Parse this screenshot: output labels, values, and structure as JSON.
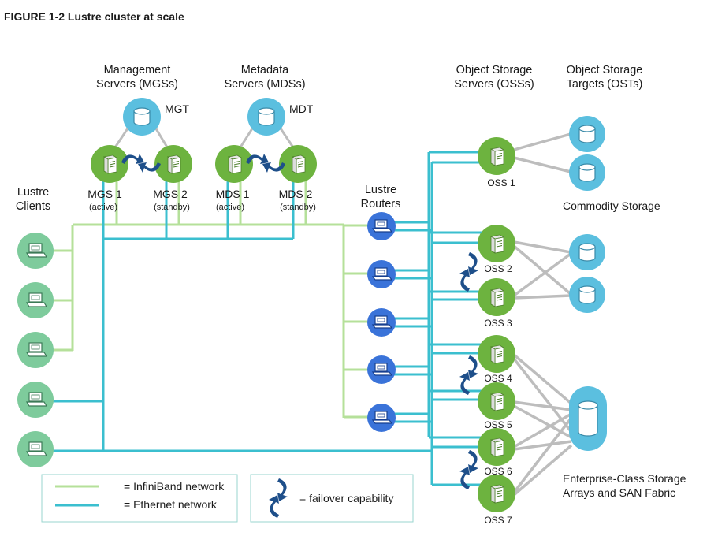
{
  "figure_title": "FIGURE 1-2  Lustre cluster at scale",
  "headers": {
    "mgs": [
      "Management",
      "Servers (MGSs)"
    ],
    "mds": [
      "Metadata",
      "Servers (MDSs)"
    ],
    "oss": [
      "Object Storage",
      "Servers (OSSs)"
    ],
    "ost": [
      "Object Storage",
      "Targets (OSTs)"
    ],
    "clients": [
      "Lustre",
      "Clients"
    ],
    "routers": [
      "Lustre",
      "Routers"
    ]
  },
  "targets": {
    "mgt": "MGT",
    "mdt": "MDT"
  },
  "servers": {
    "mgs1": {
      "name": "MGS 1",
      "role": "(active)"
    },
    "mgs2": {
      "name": "MGS 2",
      "role": "(standby)"
    },
    "mds1": {
      "name": "MDS 1",
      "role": "(active)"
    },
    "mds2": {
      "name": "MDS 2",
      "role": "(standby)"
    }
  },
  "oss_labels": [
    "OSS 1",
    "OSS 2",
    "OSS 3",
    "OSS 4",
    "OSS 5",
    "OSS 6",
    "OSS 7"
  ],
  "storage_labels": {
    "commodity": "Commodity Storage",
    "enterprise": [
      "Enterprise-Class Storage",
      "Arrays and SAN Fabric"
    ]
  },
  "legend": {
    "infiniband": "= InfiniBand network",
    "ethernet": "= Ethernet network",
    "failover": "= failover capability"
  },
  "colors": {
    "server_green": "#6db33f",
    "target_blue": "#5bbfdf",
    "client_green": "#7ecb9c",
    "router_blue": "#3a73d9",
    "infiniband_line": "#b5e09a",
    "ethernet_line": "#3bbfcf",
    "storage_link": "#bdbdbd",
    "failover_arrow": "#1e4f8a"
  },
  "icons": {
    "server": "server-tower-icon",
    "target": "disk-cylinder-icon",
    "client": "laptop-icon",
    "router": "router-laptop-icon",
    "failover": "curved-double-arrow-icon"
  }
}
